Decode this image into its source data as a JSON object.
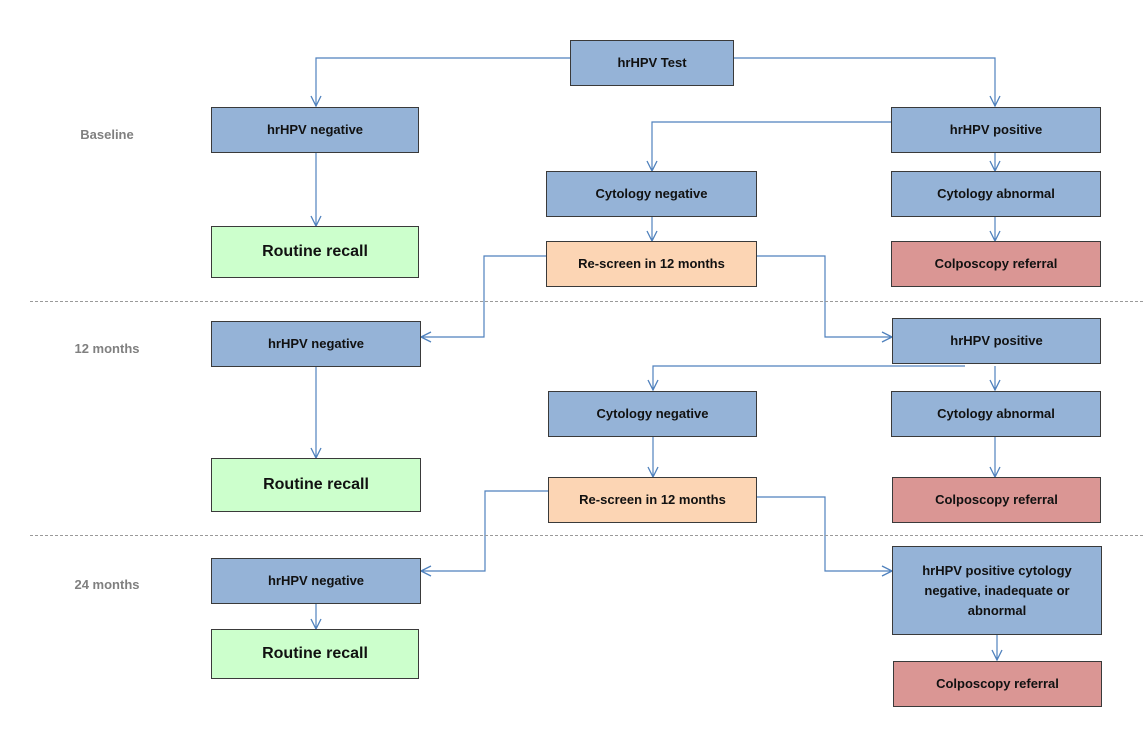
{
  "stages": [
    "Baseline",
    "12 months",
    "24 months"
  ],
  "nodes": {
    "test": "hrHPV Test",
    "b_neg": "hrHPV negative",
    "b_pos": "hrHPV positive",
    "b_cyto_neg": "Cytology negative",
    "b_cyto_abn": "Cytology abnormal",
    "b_recall": "Routine recall",
    "b_rescreen": "Re-screen in 12 months",
    "b_colpo": "Colposcopy referral",
    "m12_neg": "hrHPV negative",
    "m12_pos": "hrHPV positive",
    "m12_cyto_neg": "Cytology negative",
    "m12_cyto_abn": "Cytology abnormal",
    "m12_recall": "Routine recall",
    "m12_rescreen": "Re-screen in 12 months",
    "m12_colpo": "Colposcopy referral",
    "m24_neg": "hrHPV negative",
    "m24_pos": "hrHPV positive cytology negative, inadequate or abnormal",
    "m24_recall": "Routine recall",
    "m24_colpo": "Colposcopy referral"
  },
  "colors": {
    "result_box": "#95b3d7",
    "recall_box": "#ccffcc",
    "rescreen_box": "#fcd5b4",
    "colposcopy_box": "#da9694",
    "connector": "#4f81bd",
    "stage_label": "#808080"
  }
}
